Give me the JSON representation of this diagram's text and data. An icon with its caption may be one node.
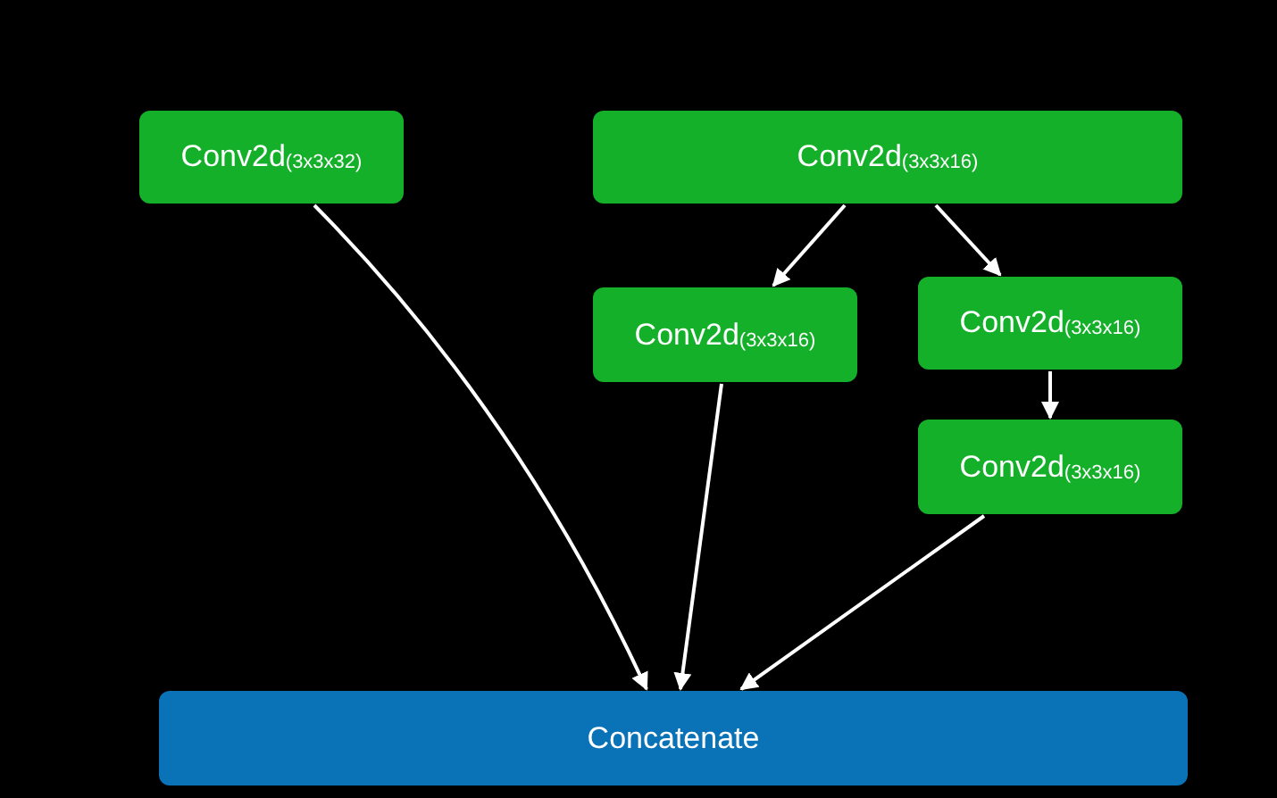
{
  "diagram": {
    "nodes": [
      {
        "text": [
          "Conv2d$_{(3x3x32)}$"
        ]
      },
      {
        "text": [
          "Conv2d$_{(3x3x16)}$"
        ]
      },
      {
        "text": [
          "Conv2d$_{(3x3x16)}$"
        ]
      },
      {
        "text": [
          "Conv2d$_{(3x3x16)}$"
        ]
      },
      {
        "text": [
          "Conv2d$_{(3x3x16)}$"
        ]
      },
      {
        "text": [
          "Concatenate"
        ]
      }
    ],
    "edges": [
      {
        "from": 0,
        "to": 5,
        "arrow": "to"
      },
      {
        "from": 1,
        "to": 2,
        "arrow": "to"
      },
      {
        "from": 1,
        "to": 3,
        "arrow": "to"
      },
      {
        "from": 3,
        "to": 4,
        "arrow": "to"
      },
      {
        "from": 2,
        "to": 5,
        "arrow": "to"
      },
      {
        "from": 4,
        "to": 5,
        "arrow": "to"
      }
    ]
  }
}
